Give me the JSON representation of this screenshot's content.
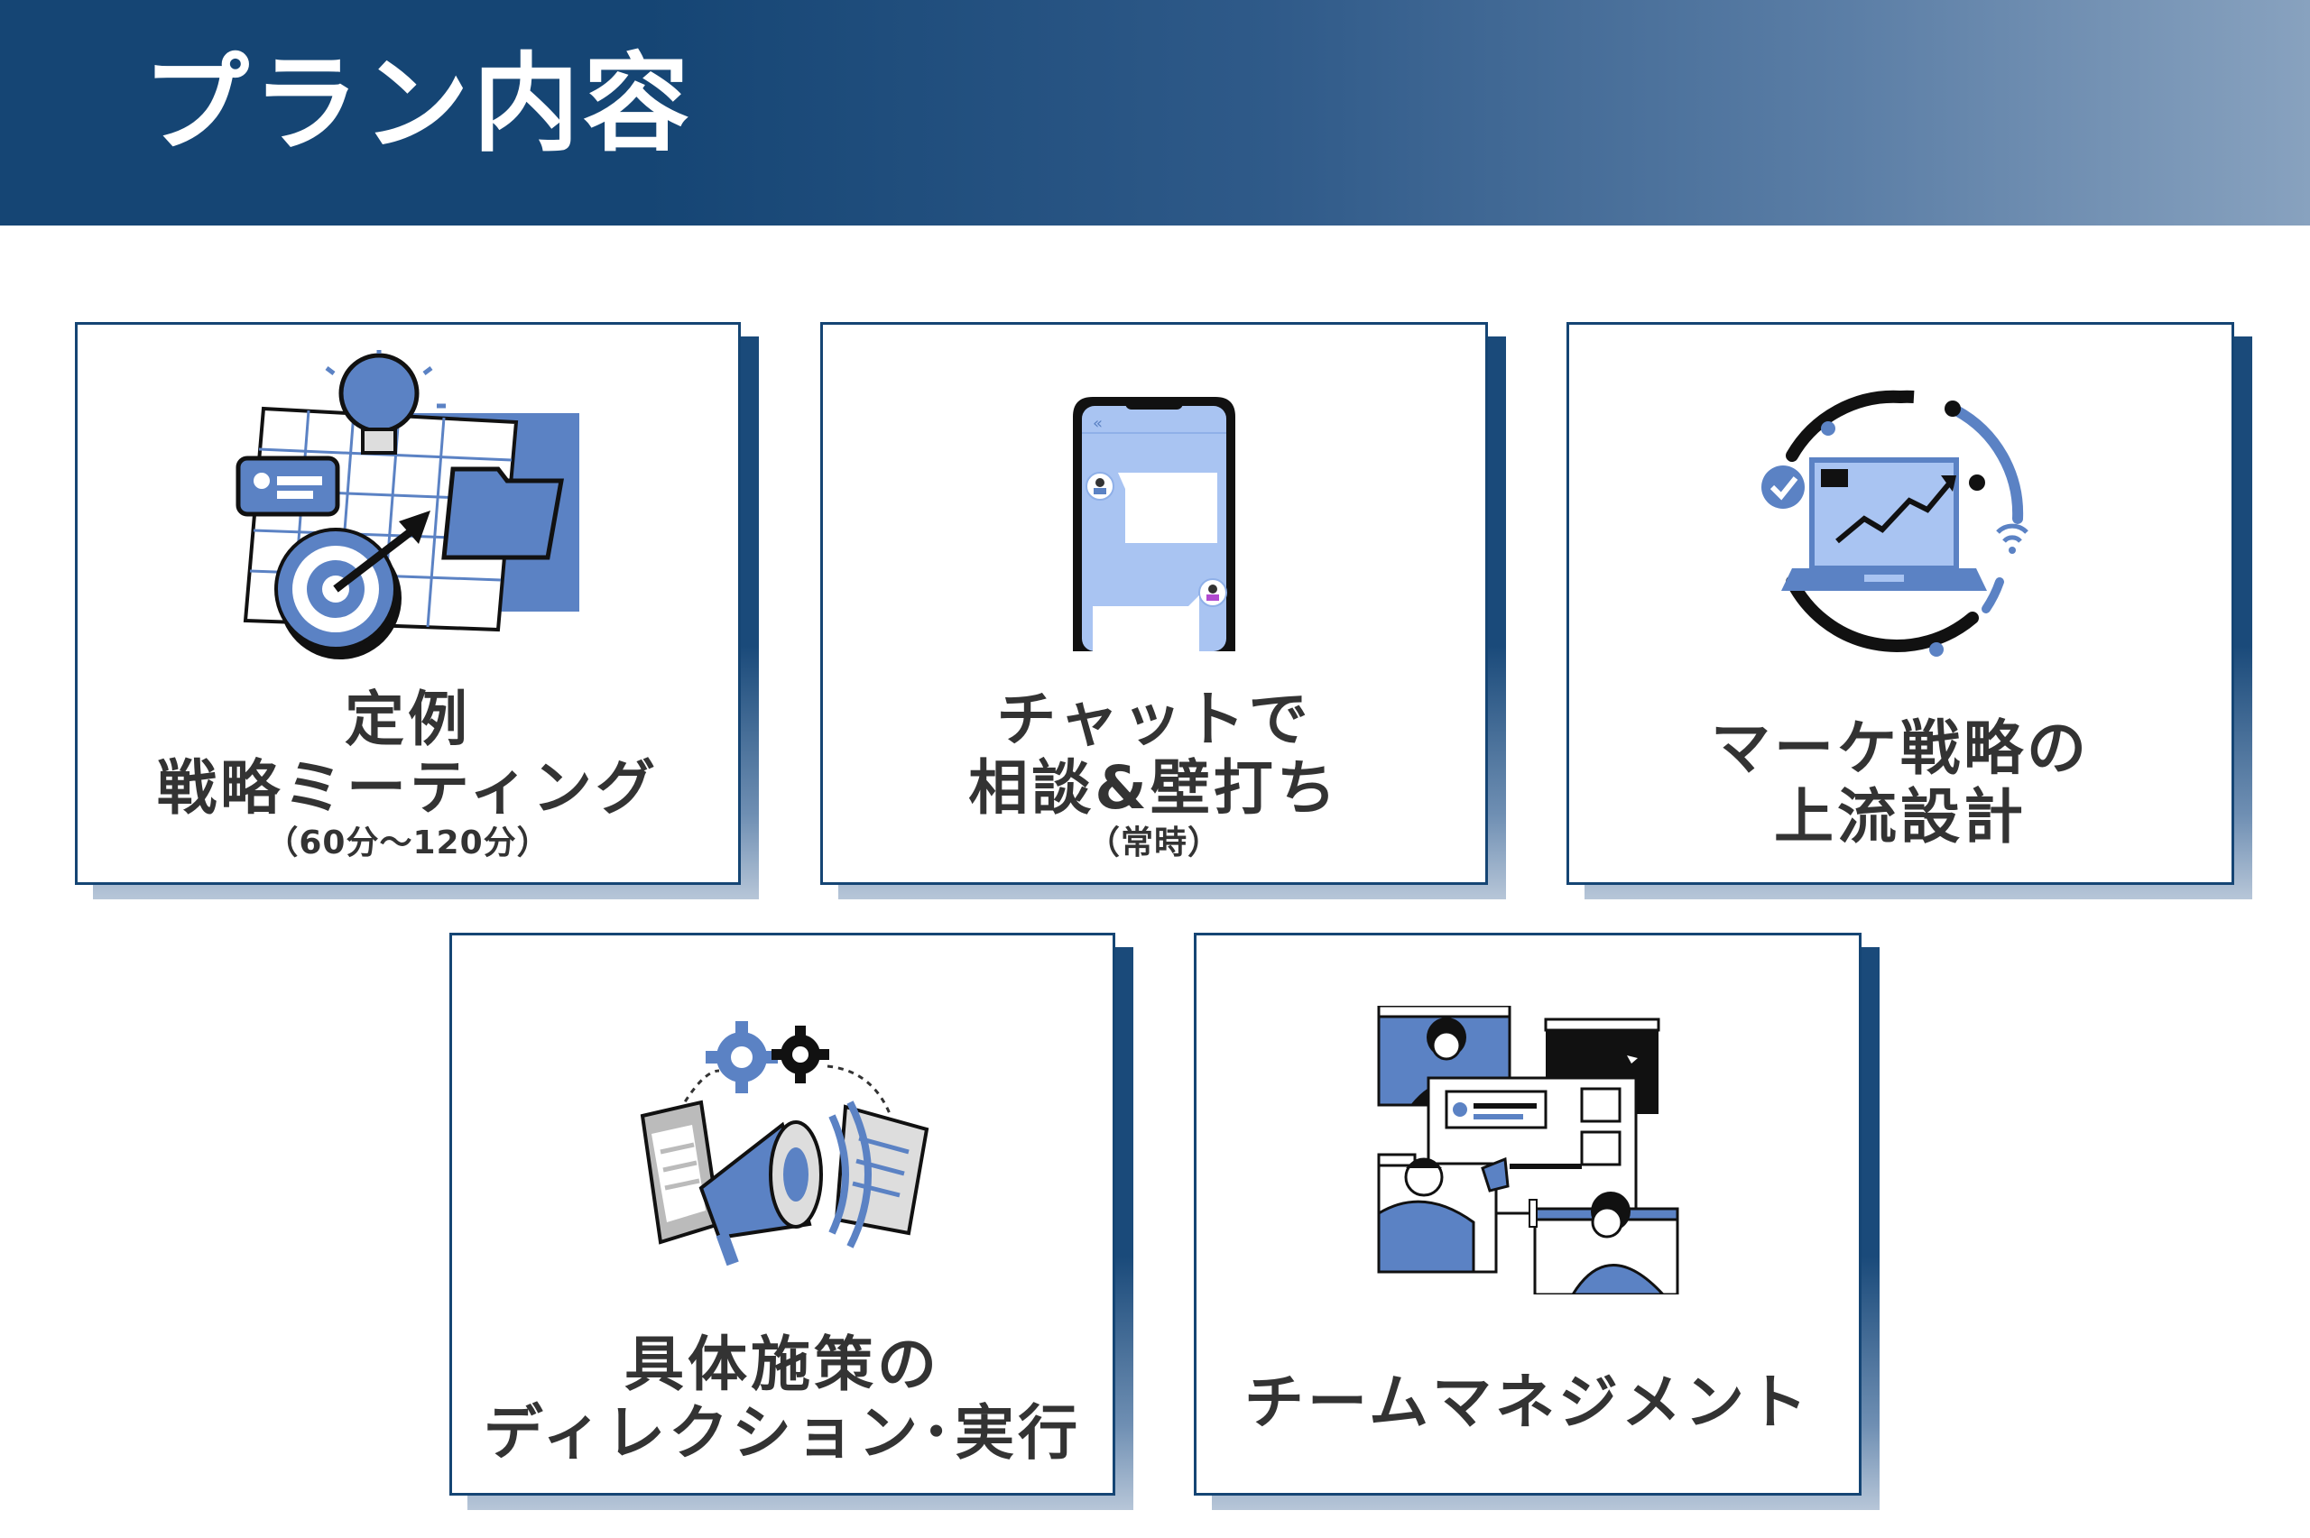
{
  "title": "プラン内容",
  "colors": {
    "navy": "#154574",
    "accent_blue": "#5b82c4",
    "light_blue": "#a9c4f2",
    "text": "#333333"
  },
  "cards": [
    {
      "line1": "定例",
      "line2": "戦略ミーティング",
      "note": "（60分〜120分）",
      "icon": "target-strategy-icon"
    },
    {
      "line1": "チャットで",
      "line2": "相談&壁打ち",
      "note": "（常時）",
      "icon": "smartphone-chat-icon"
    },
    {
      "line1": "マーケ戦略の",
      "line2": "上流設計",
      "icon": "laptop-growth-icon"
    },
    {
      "line1": "具体施策の",
      "line2": "ディレクション･実行",
      "icon": "megaphone-gears-icon"
    },
    {
      "line1": "チームマネジメント",
      "icon": "team-collaboration-icon"
    }
  ]
}
